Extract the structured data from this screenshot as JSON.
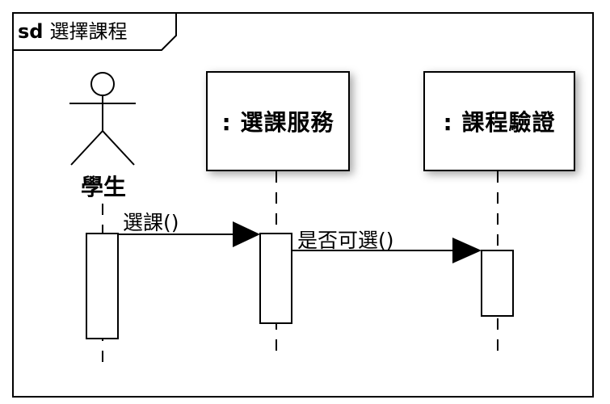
{
  "frame": {
    "keyword": "sd",
    "name": "選擇課程"
  },
  "actor": {
    "name": "學生"
  },
  "lifelines": [
    {
      "label": ": 選課服務"
    },
    {
      "label": ": 課程驗證"
    }
  ],
  "messages": [
    {
      "label": "選課()"
    },
    {
      "label": "是否可選()"
    }
  ]
}
